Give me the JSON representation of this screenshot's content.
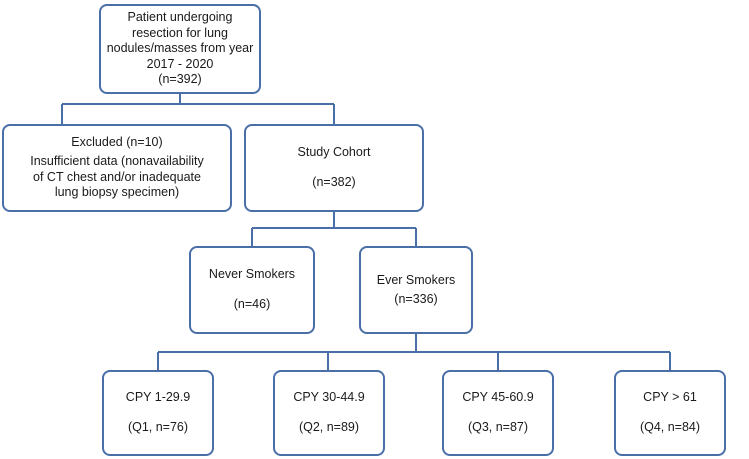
{
  "flowchart": {
    "top": {
      "line1": "Patient undergoing resection for lung",
      "line2": "nodules/masses from year 2017 - 2020",
      "count": "(n=392)"
    },
    "excluded": {
      "title": "Excluded (n=10)",
      "line1": "Insufficient data (nonavailability",
      "line2": "of CT chest and/or inadequate",
      "line3": "lung biopsy specimen)"
    },
    "cohort": {
      "title": "Study Cohort",
      "count": "(n=382)"
    },
    "never": {
      "title": "Never Smokers",
      "count": "(n=46)"
    },
    "ever": {
      "title": "Ever Smokers",
      "count": "(n=336)"
    },
    "quartiles": [
      {
        "title": "CPY 1-29.9",
        "count": "(Q1,  n=76)"
      },
      {
        "title": "CPY 30-44.9",
        "count": "(Q2, n=89)"
      },
      {
        "title": "CPY 45-60.9",
        "count": "(Q3, n=87)"
      },
      {
        "title": "CPY > 61",
        "count": "(Q4, n=84)"
      }
    ],
    "line_color": "#4a6fa8"
  }
}
